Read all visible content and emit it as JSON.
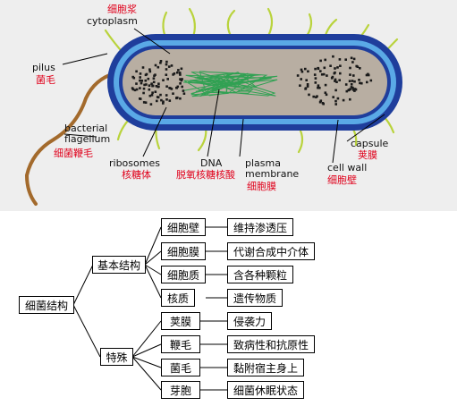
{
  "diagram": {
    "labels_en": {
      "cytoplasm": "cytoplasm",
      "pilus": "pilus",
      "flagellum_1": "bacterial",
      "flagellum_2": "flagellum",
      "ribosomes": "ribosomes",
      "dna": "DNA",
      "plasma_1": "plasma",
      "plasma_2": "membrane",
      "capsule": "capsule",
      "cell_wall": "cell wall"
    },
    "labels_zh": {
      "cytoplasm": "细胞浆",
      "pilus": "菌毛",
      "flagellum": "细菌鞭毛",
      "ribosomes": "核糖体",
      "dna": "脱氧核糖核酸",
      "plasma": "细胞膜",
      "capsule": "荚膜",
      "cell_wall": "细胞壁"
    },
    "colors": {
      "capsule": "#1f3e9c",
      "wall_light": "#5aa9e6",
      "cytoplasm": "#b8aea2",
      "dna": "#22a04a",
      "pili": "#b9d33c",
      "flagellum": "#a36a2c",
      "ribosomes": "#1a1a1a",
      "chinese_label": "#e0001b"
    }
  },
  "tree": {
    "root": "细菌结构",
    "basic": {
      "label": "基本结构",
      "children": [
        {
          "name": "细胞壁",
          "desc": "维持渗透压"
        },
        {
          "name": "细胞膜",
          "desc": "代谢合成中介体"
        },
        {
          "name": "细胞质",
          "desc": "含各种颗粒"
        },
        {
          "name": "核质",
          "desc": "遗传物质"
        }
      ]
    },
    "special": {
      "label": "特殊",
      "children": [
        {
          "name": "荚膜",
          "desc": "侵袭力"
        },
        {
          "name": "鞭毛",
          "desc": "致病性和抗原性"
        },
        {
          "name": "菌毛",
          "desc": "黏附宿主身上"
        },
        {
          "name": "芽胞",
          "desc": "细菌休眠状态"
        }
      ]
    }
  }
}
